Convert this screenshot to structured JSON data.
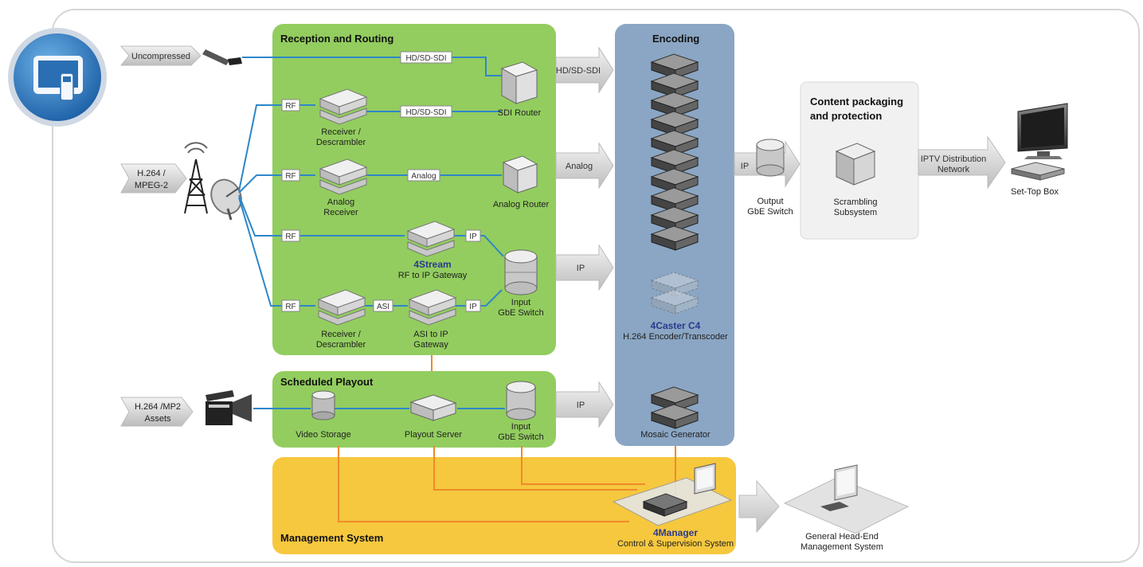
{
  "sections": {
    "reception": "Reception and Routing",
    "encoding": "Encoding",
    "scheduled": "Scheduled Playout",
    "management": "Management System",
    "content": [
      "Content packaging",
      "and protection"
    ]
  },
  "sources": {
    "uncompressed": "Uncompressed",
    "h264": [
      "H.264 /",
      "MPEG-2"
    ],
    "assets": [
      "H.264 /MP2",
      "Assets"
    ]
  },
  "devices": {
    "receiver1": [
      "Receiver /",
      "Descrambler"
    ],
    "analog_receiver": [
      "Analog",
      "Receiver"
    ],
    "receiver2": [
      "Receiver /",
      "Descrambler"
    ],
    "sdi_router": "SDI Router",
    "analog_router": "Analog  Router",
    "fourstream": "4Stream",
    "fourstream_sub": "RF to IP Gateway",
    "asi_gateway": [
      "ASI to IP",
      "Gateway"
    ],
    "input_switch": [
      "Input",
      "GbE Switch"
    ],
    "input_switch2": [
      "Input",
      "GbE Switch"
    ],
    "video_storage": "Video Storage",
    "playout_server": "Playout Server",
    "fourcaster": "4Caster C4",
    "fourcaster_sub": "H.264 Encoder/Transcoder",
    "mosaic": "Mosaic Generator",
    "output_switch": [
      "Output",
      "GbE Switch"
    ],
    "scrambling": [
      "Scrambling",
      "Subsystem"
    ],
    "settop": "Set-Top Box",
    "fourmanager": "4Manager",
    "fourmanager_sub": "Control & Supervision System",
    "general": [
      "General Head-End",
      "Management System"
    ]
  },
  "link_tags": {
    "hdsdi1": "HD/SD-SDI",
    "hdsdi2": "HD/SD-SDI",
    "analog": "Analog",
    "rf1": "RF",
    "rf2": "RF",
    "rf3": "RF",
    "rf4": "RF",
    "ip1": "IP",
    "ip2": "IP",
    "asi": "ASI"
  },
  "arrows": {
    "hdsdi": "HD/SD-SDI",
    "analog": "Analog",
    "ip": "IP",
    "ip2": "IP",
    "ip_out": "IP",
    "iptv": [
      "IPTV Distribution",
      "Network"
    ]
  },
  "icons": [
    "monitor-remote-icon",
    "antenna-tower-icon",
    "satellite-dish-icon",
    "cable-connector-icon",
    "film-clapper-icon"
  ],
  "colors": {
    "green_panel": "#93cd5f",
    "blue_panel": "#8aa6c4",
    "yellow_panel": "#f6c83e",
    "blue_link": "#2f86c8",
    "orange_link": "#ee8a2c",
    "brand_blue": "#2b3a8c"
  }
}
